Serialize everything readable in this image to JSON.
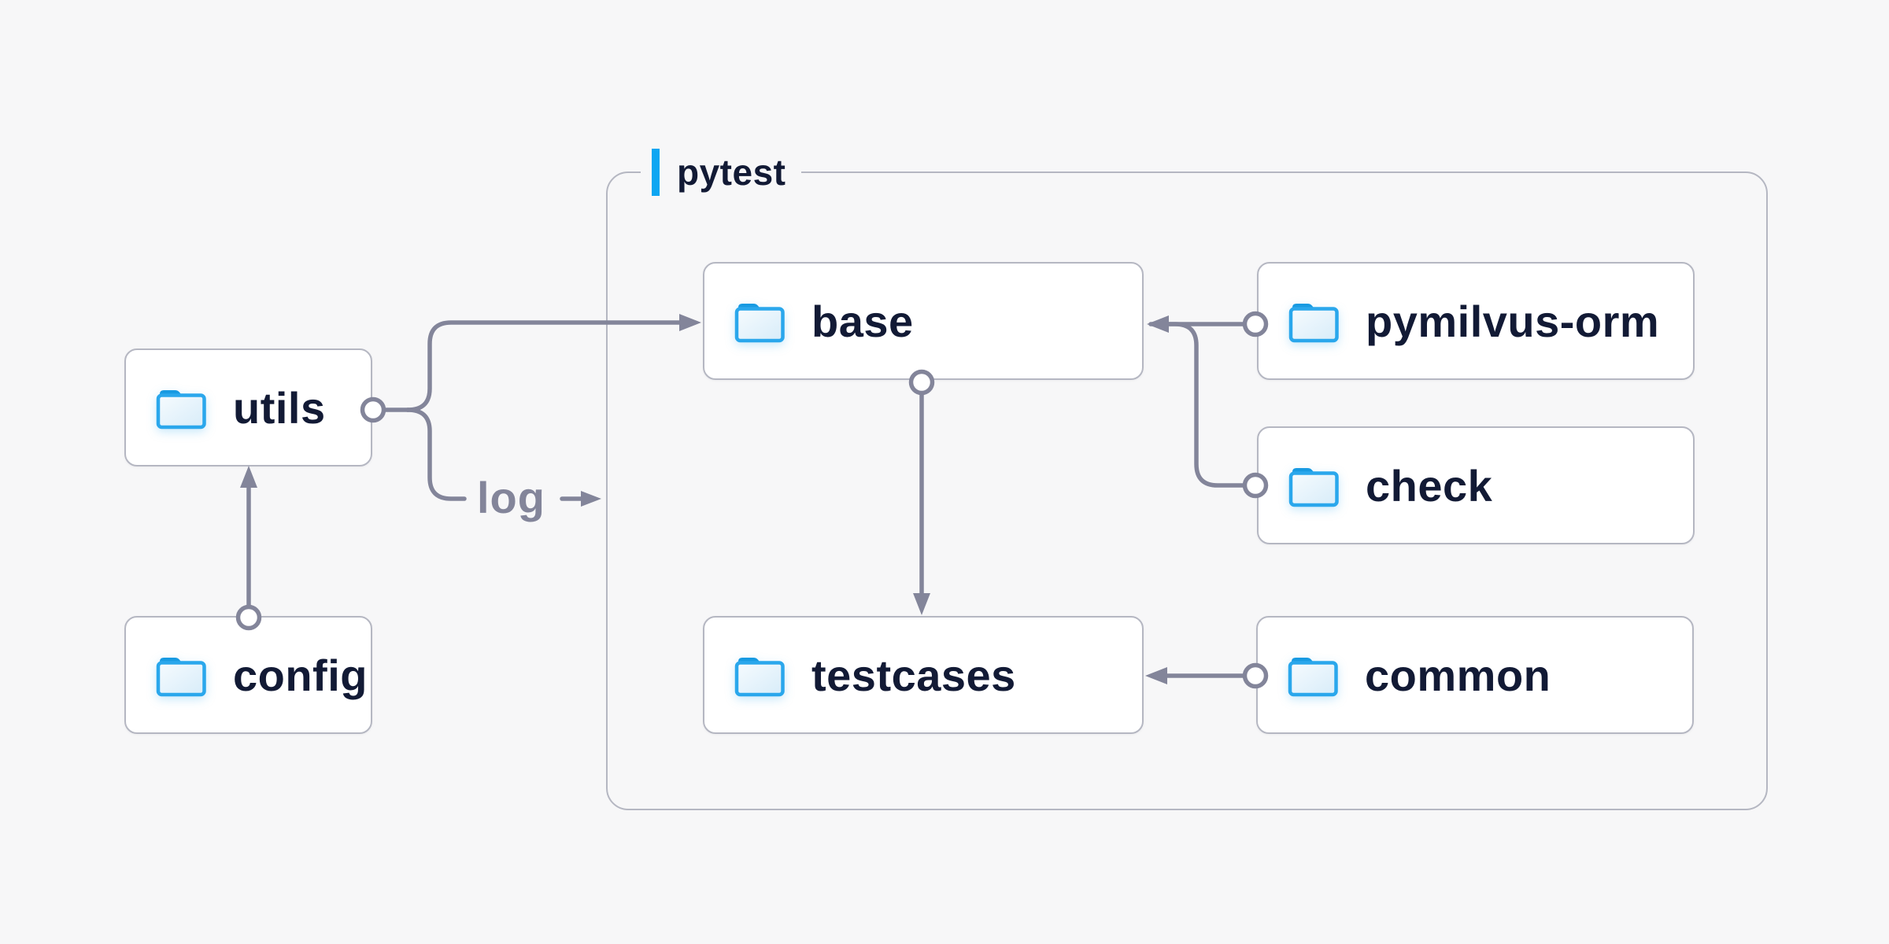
{
  "container": {
    "label": "pytest"
  },
  "nodes": [
    {
      "id": "utils",
      "label": "utils"
    },
    {
      "id": "config",
      "label": "config"
    },
    {
      "id": "base",
      "label": "base"
    },
    {
      "id": "pymilvus-orm",
      "label": "pymilvus-orm"
    },
    {
      "id": "check",
      "label": "check"
    },
    {
      "id": "testcases",
      "label": "testcases"
    },
    {
      "id": "common",
      "label": "common"
    }
  ],
  "edges": [
    {
      "from": "config",
      "to": "utils"
    },
    {
      "from": "utils",
      "to": "base"
    },
    {
      "from": "utils",
      "to": "pytest",
      "label": "log"
    },
    {
      "from": "pymilvus-orm",
      "to": "base"
    },
    {
      "from": "check",
      "to": "base"
    },
    {
      "from": "base",
      "to": "testcases"
    },
    {
      "from": "common",
      "to": "testcases"
    }
  ],
  "labels": {
    "log": "log"
  },
  "colors": {
    "background": "#f7f7f8",
    "node_fill": "#ffffff",
    "node_border": "#b5b7c2",
    "edge_gray": "#83859a",
    "text_navy": "#121a35",
    "accent_blue": "#0da6f2",
    "folder_blue": "#2aa7ec"
  }
}
